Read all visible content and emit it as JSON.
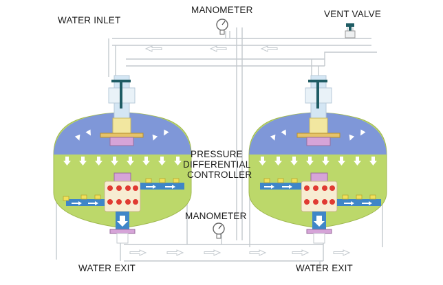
{
  "labels": {
    "water_inlet": "WATER INLET",
    "manometer_top": "MANOMETER",
    "vent_valve": "VENT VALVE",
    "controller_line1": "PRESSURE",
    "controller_line2": "DIFFERENTIAL",
    "controller_line3": "CONTROLLER",
    "manometer_bottom": "MANOMETER",
    "water_exit_left": "WATER EXIT",
    "water_exit_right": "WATER EXIT"
  },
  "colors": {
    "pipe": "#c9cfd4",
    "pipe_fill": "#f6f8f9",
    "media_green": "#bcd86a",
    "water_blue": "#7f97d8",
    "distributor_blue": "#3f86c8",
    "lateral_yellow": "#f1e05a",
    "collector_cream": "#f7ecd2",
    "dot_red": "#e03a32",
    "nozzle_pink": "#d6a4d8",
    "flange_dark": "#1f5c64",
    "arrow_white": "#ffffff"
  }
}
